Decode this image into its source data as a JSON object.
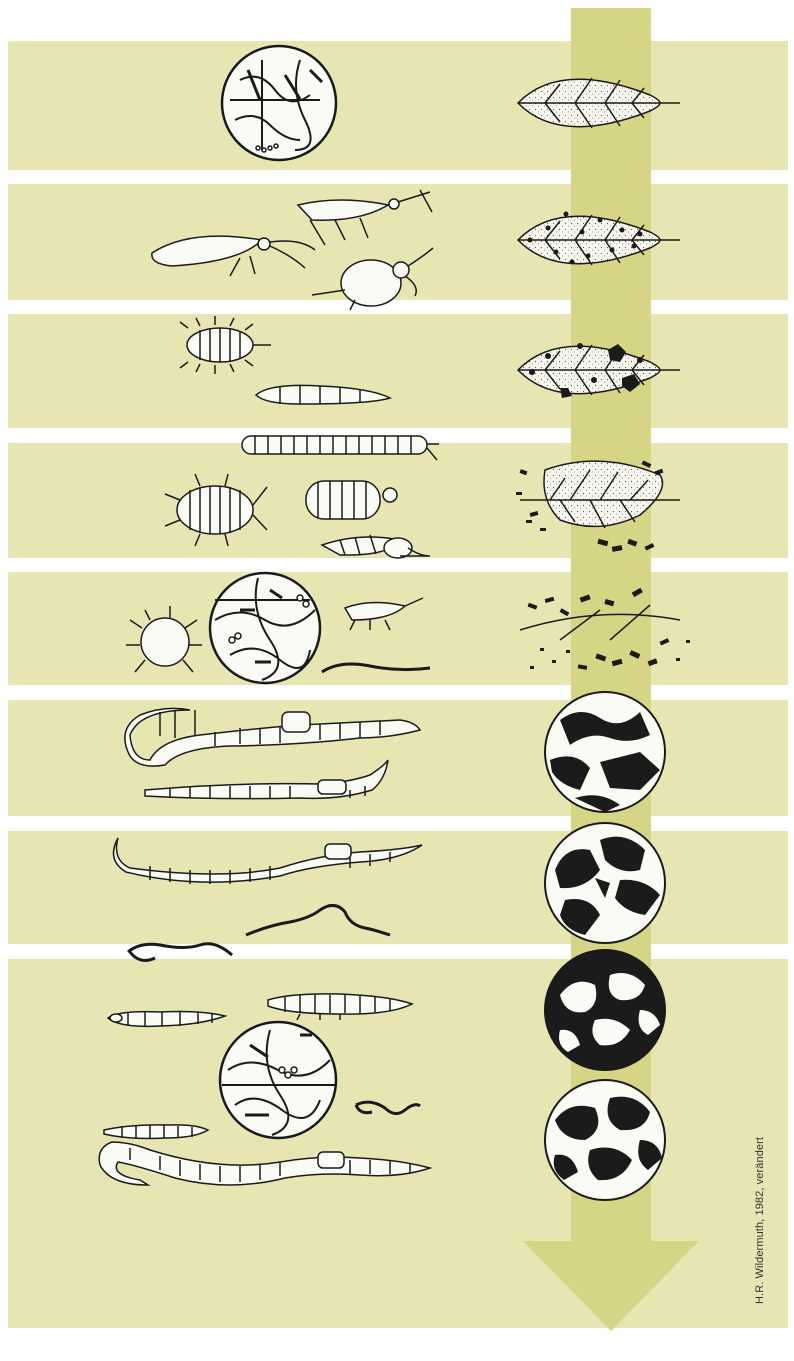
{
  "credit": "H.R. Wildermuth, 1982, verändert",
  "colors": {
    "band": "#e7e6b3",
    "arrow": "#d6d585",
    "ink": "#1a1a1a",
    "leaf_fill": "#f7f7ee",
    "soil_dark": "#1b1b1b"
  },
  "stages": [
    {
      "organisms": [
        "microorganisms-circle"
      ],
      "leaf": "intact-leaf"
    },
    {
      "organisms": [
        "winged-insect",
        "springtail",
        "mite"
      ],
      "leaf": "leaf-with-small-holes"
    },
    {
      "organisms": [
        "beetle-larva",
        "fly-larva"
      ],
      "leaf": "leaf-with-large-holes"
    },
    {
      "organisms": [
        "millipede",
        "woodlouse",
        "pill-millipede",
        "snail"
      ],
      "leaf": "skeletonized-leaf"
    },
    {
      "organisms": [
        "mite",
        "microorganisms-circle",
        "springtail",
        "nematode"
      ],
      "leaf": "leaf-fragments"
    },
    {
      "organisms": [
        "earthworm",
        "earthworm"
      ],
      "leaf": "soil-crumbs-circle"
    },
    {
      "organisms": [
        "earthworm",
        "nematode",
        "nematode"
      ],
      "leaf": "soil-crumbs-circle"
    },
    {
      "organisms": [
        "larva",
        "larva",
        "microorganisms-circle",
        "larva",
        "nematode",
        "earthworm"
      ],
      "leaf": "humus-circle"
    }
  ]
}
